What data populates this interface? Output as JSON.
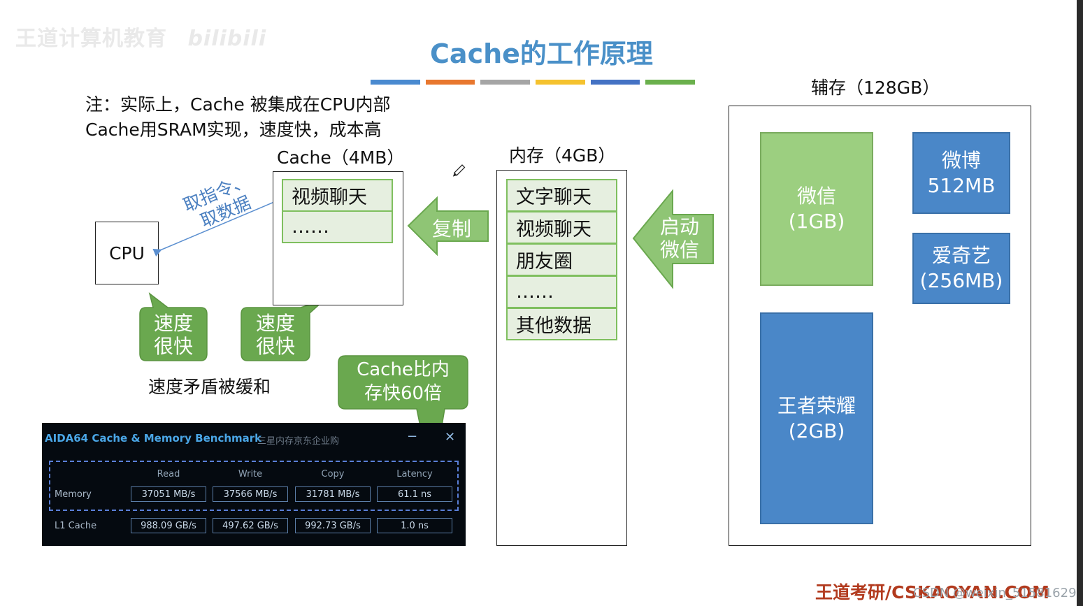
{
  "watermark": {
    "channel": "王道计算机教育",
    "platform": "bilibili"
  },
  "title": "Cache的工作原理",
  "note": {
    "line1": "注：实际上，Cache 被集成在CPU内部",
    "line2": "Cache用SRAM实现，速度快，成本高"
  },
  "cpu": {
    "label": "CPU"
  },
  "cache": {
    "label": "Cache（4MB）",
    "cells": [
      "视频聊天",
      "……"
    ]
  },
  "fetch_arrow": {
    "line1": "取指令、",
    "line2": "取数据"
  },
  "copy_arrow": {
    "label": "复制"
  },
  "memory": {
    "label": "内存（4GB）",
    "cells": [
      "文字聊天",
      "视频聊天",
      "朋友圈",
      "……",
      "其他数据"
    ]
  },
  "launch_arrow": {
    "line1": "启动",
    "line2": "微信"
  },
  "storage": {
    "label": "辅存（128GB）",
    "blocks": [
      {
        "name": "微信",
        "size": "(1GB)"
      },
      {
        "name": "微博",
        "size": "512MB"
      },
      {
        "name": "爱奇艺",
        "size": "(256MB)"
      },
      {
        "name": "王者荣耀",
        "size": "(2GB)"
      }
    ]
  },
  "callouts": {
    "cpu_speed": {
      "line1": "速度",
      "line2": "很快"
    },
    "cache_speed": {
      "line1": "速度",
      "line2": "很快"
    },
    "cache_vs_mem": {
      "line1": "Cache比内",
      "line2": "存快60倍"
    }
  },
  "conflict_text": "速度矛盾被缓和",
  "benchmark": {
    "title": "AIDA64 Cache & Memory Benchmark",
    "subtitle": "三星内存京东企业购",
    "minimize": "−",
    "close": "✕",
    "columns": [
      "Read",
      "Write",
      "Copy",
      "Latency"
    ],
    "rows": [
      {
        "label": "Memory",
        "values": [
          "37051 MB/s",
          "37566 MB/s",
          "31781 MB/s",
          "61.1 ns"
        ]
      },
      {
        "label": "L1 Cache",
        "values": [
          "988.09 GB/s",
          "497.62 GB/s",
          "992.73 GB/s",
          "1.0 ns"
        ]
      }
    ]
  },
  "footer": "王道考研/CSKAOYAN.COM",
  "csdn_watermark": "CSDN @weixin_51581629",
  "colors": {
    "title": "#4a90c8",
    "green": "#6aa84f",
    "light_green": "#9ccf80",
    "blue": "#4a87c8",
    "bar_colors": [
      "#4a8ad0",
      "#e8772e",
      "#a5a5a5",
      "#f5c22e",
      "#4472c4",
      "#6ab04c"
    ]
  }
}
